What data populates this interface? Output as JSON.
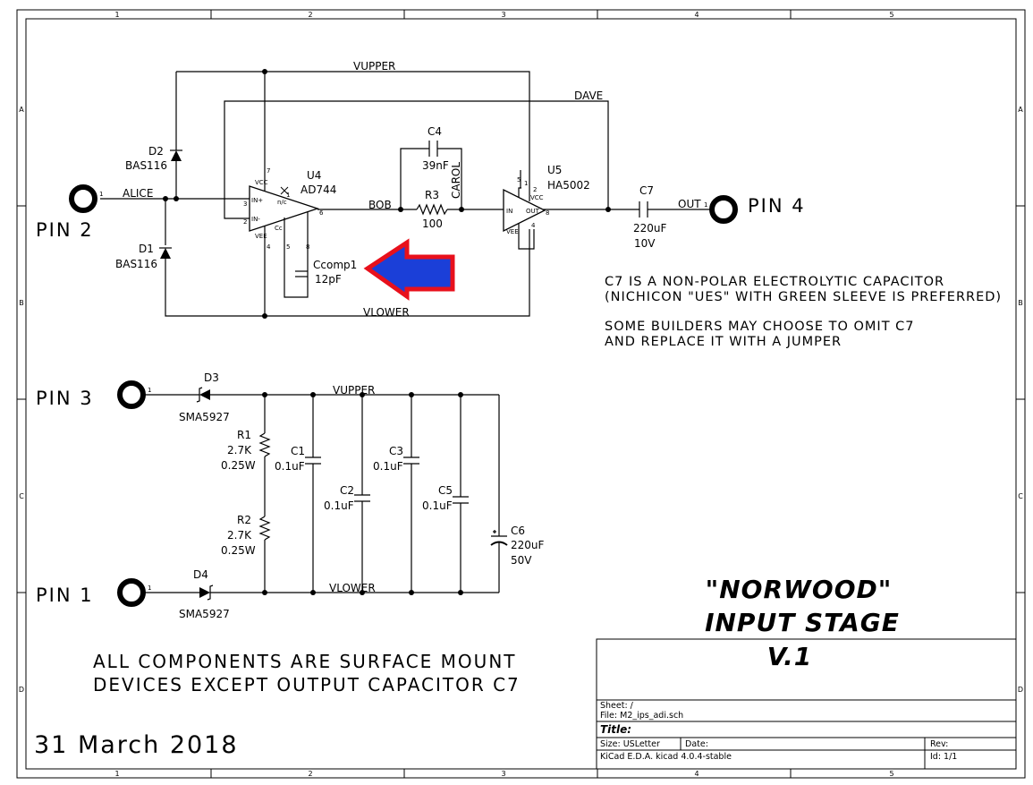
{
  "border": {
    "columns": [
      "1",
      "2",
      "3",
      "4",
      "5"
    ],
    "rows": [
      "A",
      "B",
      "C",
      "D"
    ]
  },
  "nets": {
    "vupper_top": "VUPPER",
    "dave": "DAVE",
    "alice": "ALICE",
    "bob": "BOB",
    "carol": "CAROL",
    "out": "OUT",
    "vlower_top": "VLOWER",
    "vupper_bottom": "VUPPER",
    "vlower_bottom": "VLOWER"
  },
  "connectors": {
    "pin2": "PIN 2",
    "pin4": "PIN 4",
    "pin3": "PIN 3",
    "pin1": "PIN 1",
    "pin_number": "1"
  },
  "components": {
    "d2": {
      "ref": "D2",
      "value": "BAS116"
    },
    "d1": {
      "ref": "D1",
      "value": "BAS116"
    },
    "u4": {
      "ref": "U4",
      "value": "AD744"
    },
    "u4_pins": {
      "vcc": "VCC",
      "inp": "IN+",
      "inn": "IN-",
      "vee": "VEE",
      "nc": "n/c",
      "cc": "Cc",
      "p3": "3",
      "p2": "2",
      "p6": "6",
      "p7": "7",
      "p4": "4",
      "p1": "1",
      "p5": "5",
      "p8": "8"
    },
    "c4": {
      "ref": "C4",
      "value": "39nF"
    },
    "r3": {
      "ref": "R3",
      "value": "100"
    },
    "u5": {
      "ref": "U5",
      "value": "HA5002"
    },
    "u5_pins": {
      "vcc": "VCC",
      "in": "IN",
      "out": "OUT",
      "vee": "VEE",
      "p1": "1",
      "p2": "2",
      "p4": "4",
      "p5": "5",
      "p8": "8"
    },
    "c7": {
      "ref": "C7",
      "value": "220uF",
      "rating": "10V"
    },
    "ccomp1": {
      "ref": "Ccomp1",
      "value": "12pF"
    },
    "d3": {
      "ref": "D3",
      "value": "SMA5927"
    },
    "d4": {
      "ref": "D4",
      "value": "SMA5927"
    },
    "r1": {
      "ref": "R1",
      "value": "2.7K",
      "rating": "0.25W"
    },
    "r2": {
      "ref": "R2",
      "value": "2.7K",
      "rating": "0.25W"
    },
    "c1": {
      "ref": "C1",
      "value": "0.1uF"
    },
    "c2": {
      "ref": "C2",
      "value": "0.1uF"
    },
    "c3": {
      "ref": "C3",
      "value": "0.1uF"
    },
    "c5": {
      "ref": "C5",
      "value": "0.1uF"
    },
    "c6": {
      "ref": "C6",
      "value": "220uF",
      "rating": "50V"
    }
  },
  "notes": {
    "c7_line1": "C7 IS A NON-POLAR ELECTROLYTIC CAPACITOR",
    "c7_line2": "(NICHICON \"UES\" WITH GREEN SLEEVE IS PREFERRED)",
    "c7_line3": "SOME BUILDERS MAY CHOOSE TO OMIT C7",
    "c7_line4": "AND REPLACE IT WITH A JUMPER",
    "smd_line1": "ALL COMPONENTS ARE SURFACE MOUNT",
    "smd_line2": "DEVICES EXCEPT OUTPUT CAPACITOR C7",
    "date": "31 March 2018"
  },
  "title_art": {
    "line1": "\"NORWOOD\"",
    "line2": "INPUT STAGE",
    "line3": "V.1"
  },
  "title_block": {
    "sheet": "Sheet: /",
    "file": "File: M2_ips_adi.sch",
    "title": "Title:",
    "size": "Size: USLetter",
    "date": "Date:",
    "rev": "Rev:",
    "tool": "KiCad E.D.A.  kicad 4.0.4-stable",
    "id": "Id: 1/1"
  },
  "colors": {
    "arrow_fill": "#1b3fd8",
    "arrow_outline": "#e8101c"
  }
}
